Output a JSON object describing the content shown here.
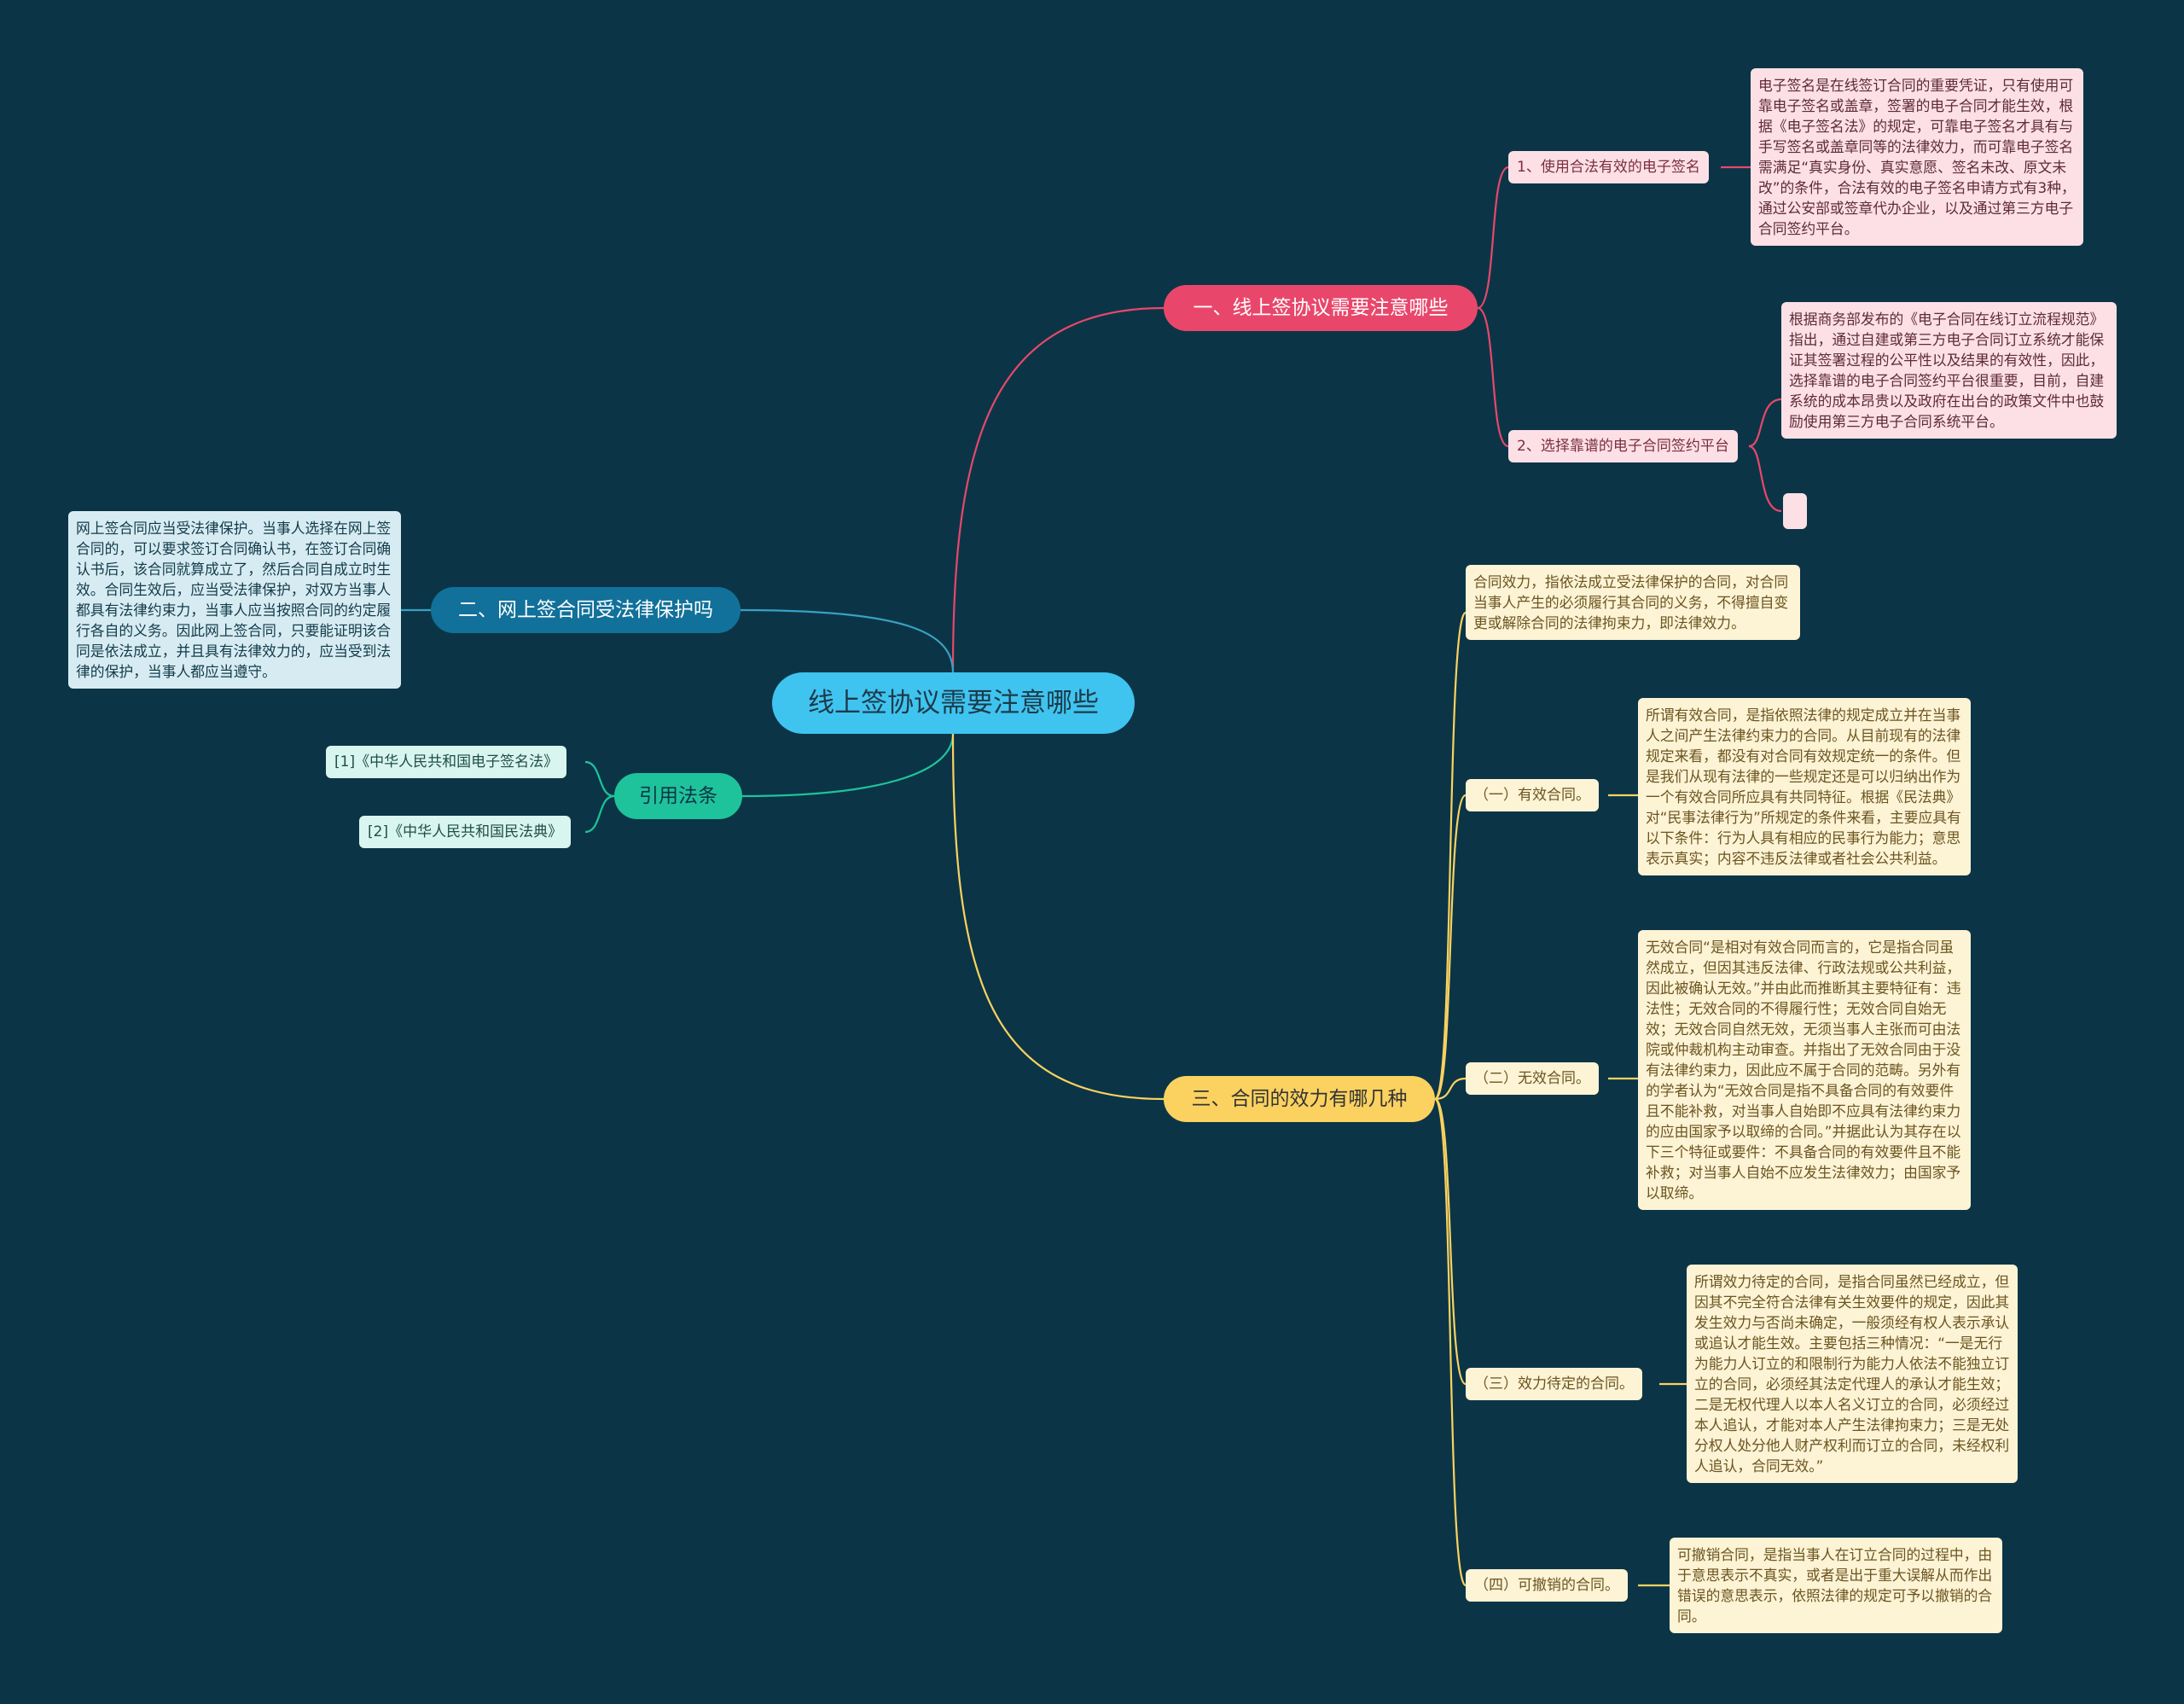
{
  "root": "线上签协议需要注意哪些",
  "branch1": {
    "label": "一、线上签协议需要注意哪些",
    "items": [
      {
        "label": "1、使用合法有效的电子签名",
        "text": "电子签名是在线签订合同的重要凭证，只有使用可靠电子签名或盖章，签署的电子合同才能生效，根据《电子签名法》的规定，可靠电子签名才具有与手写签名或盖章同等的法律效力，而可靠电子签名需满足“真实身份、真实意愿、签名未改、原文未改”的条件，合法有效的电子签名申请方式有3种，通过公安部或签章代办企业，以及通过第三方电子合同签约平台。"
      },
      {
        "label": "2、选择靠谱的电子合同签约平台",
        "text": "根据商务部发布的《电子合同在线订立流程规范》指出，通过自建或第三方电子合同订立系统才能保证其签署过程的公平性以及结果的有效性，因此，选择靠谱的电子合同签约平台很重要，目前，自建系统的成本昂贵以及政府在出台的政策文件中也鼓励使用第三方电子合同系统平台。"
      }
    ]
  },
  "branch2": {
    "label": "二、网上签合同受法律保护吗",
    "text": "网上签合同应当受法律保护。当事人选择在网上签合同的，可以要求签订合同确认书，在签订合同确认书后，该合同就算成立了，然后合同自成立时生效。合同生效后，应当受法律保护，对双方当事人都具有法律约束力，当事人应当按照合同的约定履行各自的义务。因此网上签合同，只要能证明该合同是依法成立，并且具有法律效力的，应当受到法律的保护，当事人都应当遵守。"
  },
  "branch3": {
    "label": "引用法条",
    "items": [
      "[1]《中华人民共和国电子签名法》",
      "[2]《中华人民共和国民法典》"
    ]
  },
  "branch4": {
    "label": "三、合同的效力有哪几种",
    "intro": "合同效力，指依法成立受法律保护的合同，对合同当事人产生的必须履行其合同的义务，不得擅自变更或解除合同的法律拘束力，即法律效力。",
    "items": [
      {
        "label": "（一）有效合同。",
        "text": "所谓有效合同，是指依照法律的规定成立并在当事人之间产生法律约束力的合同。从目前现有的法律规定来看，都没有对合同有效规定统一的条件。但是我们从现有法律的一些规定还是可以归纳出作为一个有效合同所应具有共同特征。根据《民法典》对“民事法律行为”所规定的条件来看，主要应具有以下条件：行为人具有相应的民事行为能力；意思表示真实；内容不违反法律或者社会公共利益。"
      },
      {
        "label": "（二）无效合同。",
        "text": "无效合同“是相对有效合同而言的，它是指合同虽然成立，但因其违反法律、行政法规或公共利益，因此被确认无效。”并由此而推断其主要特征有：违法性；无效合同的不得履行性；无效合同自始无效；无效合同自然无效，无须当事人主张而可由法院或仲裁机构主动审查。并指出了无效合同由于没有法律约束力，因此应不属于合同的范畴。另外有的学者认为“无效合同是指不具备合同的有效要件且不能补救，对当事人自始即不应具有法律约束力的应由国家予以取缔的合同。”并据此认为其存在以下三个特征或要件：不具备合同的有效要件且不能补救；对当事人自始不应发生法律效力；由国家予以取缔。"
      },
      {
        "label": "（三）效力待定的合同。",
        "text": "所谓效力待定的合同，是指合同虽然已经成立，但因其不完全符合法律有关生效要件的规定，因此其发生效力与否尚未确定，一般须经有权人表示承认或追认才能生效。主要包括三种情况：“一是无行为能力人订立的和限制行为能力人依法不能独立订立的合同，必须经其法定代理人的承认才能生效；二是无权代理人以本人名义订立的合同，必须经过本人追认，才能对本人产生法律拘束力；三是无处分权人处分他人财产权利而订立的合同，未经权利人追认，合同无效。”"
      },
      {
        "label": "（四）可撤销的合同。",
        "text": "可撤销合同，是指当事人在订立合同的过程中，由于意思表示不真实，或者是出于重大误解从而作出错误的意思表示，依照法律的规定可予以撤销的合同。"
      }
    ]
  },
  "colors": {
    "background": "#0b3546",
    "root": "#3fc4f0",
    "pink": "#e8476b",
    "blue": "#11719a",
    "teal": "#1fc39b",
    "yellow": "#fbd260"
  }
}
